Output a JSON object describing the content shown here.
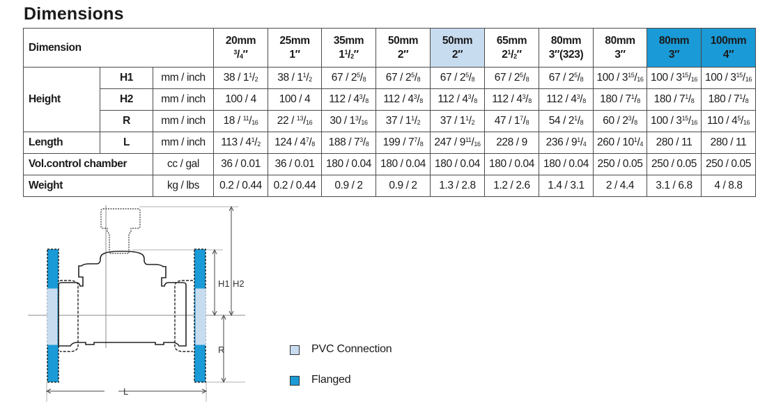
{
  "title": "Dimensions",
  "colors": {
    "pvc_connection": "#c8dcf0",
    "flanged": "#1a9ad6",
    "border": "#4a4a4a"
  },
  "table": {
    "corner_label": "Dimension",
    "columns": [
      {
        "mm": "20mm",
        "inch": "3/4\"",
        "highlight": "none"
      },
      {
        "mm": "25mm",
        "inch": "1\"",
        "highlight": "none"
      },
      {
        "mm": "35mm",
        "inch": "1 1/2\"",
        "highlight": "none"
      },
      {
        "mm": "50mm",
        "inch": "2\"",
        "highlight": "none"
      },
      {
        "mm": "50mm",
        "inch": "2\"",
        "highlight": "pvc_connection"
      },
      {
        "mm": "65mm",
        "inch": "2 1/2\"",
        "highlight": "none"
      },
      {
        "mm": "80mm",
        "inch": "3\"(323)",
        "highlight": "none"
      },
      {
        "mm": "80mm",
        "inch": "3\"",
        "highlight": "none"
      },
      {
        "mm": "80mm",
        "inch": "3\"",
        "highlight": "flanged"
      },
      {
        "mm": "100mm",
        "inch": "4\"",
        "highlight": "flanged"
      }
    ],
    "rows": [
      {
        "group": "Height",
        "sub": "H1",
        "unit": "mm / inch",
        "values": [
          "38 / 1 1/2",
          "38 / 1 1/2",
          "67 / 2 5/8",
          "67 / 2 5/8",
          "67 / 2 5/8",
          "67 / 2 5/8",
          "67 / 2 5/8",
          "100 / 3 15/16",
          "100 / 3 15/16",
          "100 / 3 15/16"
        ]
      },
      {
        "group": "Height",
        "sub": "H2",
        "unit": "mm / inch",
        "values": [
          "100 / 4",
          "100 / 4",
          "112 / 4 3/8",
          "112 / 4 3/8",
          "112 / 4 3/8",
          "112 / 4 3/8",
          "112 / 4 3/8",
          "180 / 7 1/8",
          "180 / 7 1/8",
          "180 / 7 1/8"
        ]
      },
      {
        "group": "Height",
        "sub": "R",
        "unit": "mm / inch",
        "values": [
          "18 / 11/16",
          "22 / 13/16",
          "30 / 1 3/16",
          "37 / 1 1/2",
          "37 / 1 1/2",
          "47 / 1 7/8",
          "54 / 2 1/8",
          "60 / 2 3/8",
          "100 / 3 15/16",
          "110 / 4 5/16"
        ]
      },
      {
        "group": "Length",
        "sub": "L",
        "unit": "mm / inch",
        "values": [
          "113 / 4 1/2",
          "124 / 4 7/8",
          "188 / 7 3/8",
          "199 / 7 7/8",
          "247 / 9 11/16",
          "228 / 9",
          "236 / 9 1/4",
          "260 / 10 1/4",
          "280 / 11",
          "280 / 11"
        ]
      },
      {
        "group": "Vol.control chamber",
        "sub": "",
        "unit": "cc / gal",
        "values": [
          "36 / 0.01",
          "36 / 0.01",
          "180 / 0.04",
          "180 / 0.04",
          "180 / 0.04",
          "180 / 0.04",
          "180 / 0.04",
          "250 / 0.05",
          "250 / 0.05",
          "250 / 0.05"
        ]
      },
      {
        "group": "Weight",
        "sub": "",
        "unit": "kg / lbs",
        "values": [
          "0.2 / 0.44",
          "0.2 / 0.44",
          "0.9 / 2",
          "0.9 / 2",
          "1.3 / 2.8",
          "1.2 / 2.6",
          "1.4 / 3.1",
          "2 / 4.4",
          "3.1 / 6.8",
          "4 / 8.8"
        ]
      }
    ]
  },
  "diagram": {
    "labels": {
      "h1": "H1",
      "h2": "H2",
      "r": "R",
      "l": "L"
    }
  },
  "legend": [
    {
      "label": "PVC Connection",
      "color_key": "pvc_connection"
    },
    {
      "label": "Flanged",
      "color_key": "flanged"
    }
  ]
}
